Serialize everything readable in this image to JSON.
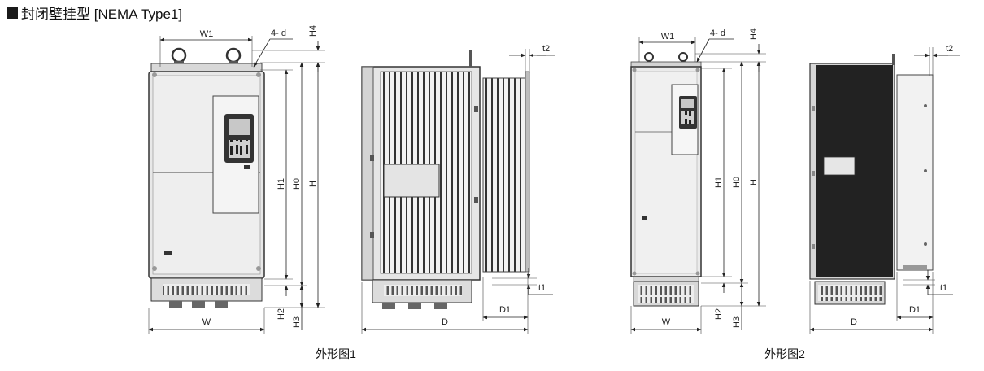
{
  "title": "封闭壁挂型 [NEMA Type1]",
  "figure1": {
    "caption": "外形图1",
    "labels": {
      "W1": "W1",
      "d": "4- d",
      "H4": "H4",
      "H1": "H1",
      "H0": "H0",
      "H": "H",
      "H2": "H2",
      "H3": "H3",
      "W": "W",
      "t2": "t2",
      "t1": "t1",
      "D1": "D1",
      "D": "D"
    }
  },
  "figure2": {
    "caption": "外形图2",
    "labels": {
      "W1": "W1",
      "d": "4- d",
      "H4": "H4",
      "H1": "H1",
      "H0": "H0",
      "H": "H",
      "H2": "H2",
      "H3": "H3",
      "W": "W",
      "t2": "t2",
      "t1": "t1",
      "D1": "D1",
      "D": "D"
    }
  }
}
